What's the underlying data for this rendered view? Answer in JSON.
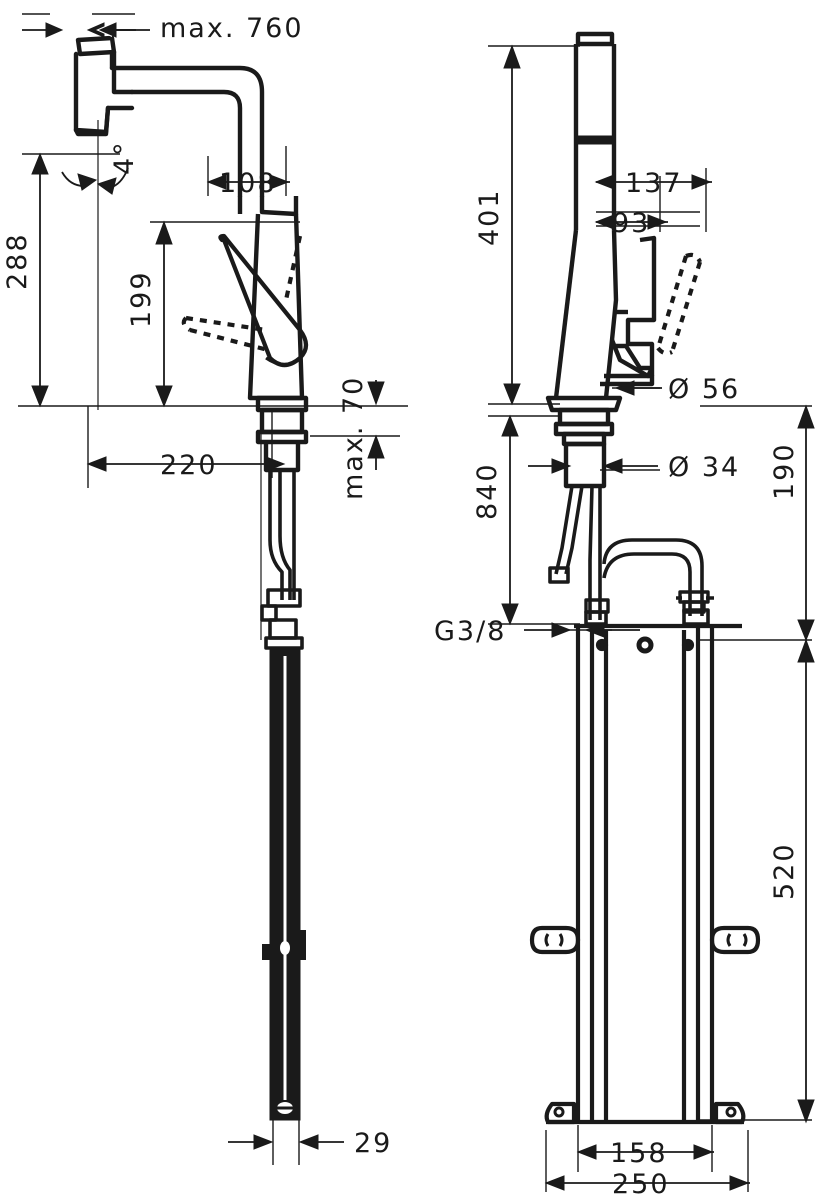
{
  "drawing": {
    "title": "Kitchen mixer tap technical dimension drawing",
    "type": "technical-line-drawing",
    "views": [
      {
        "name": "front-view",
        "side": "left",
        "description": "Front elevation of pull-out kitchen mixer with swivel spout"
      },
      {
        "name": "side-view",
        "side": "right",
        "description": "Side elevation with pull-out spray, hoses and sBox pull-out hose box"
      }
    ],
    "line_color": "#1a1a1a",
    "background_color": "#ffffff"
  },
  "dimensions": {
    "max_760": {
      "label": "max. 760",
      "value": 760,
      "unit": "mm",
      "orientation": "horizontal",
      "view": "front"
    },
    "angle_4": {
      "label": "4°",
      "value": 4,
      "unit": "deg",
      "orientation": "angular",
      "view": "front"
    },
    "d108": {
      "label": "108",
      "value": 108,
      "unit": "mm",
      "orientation": "horizontal",
      "view": "front"
    },
    "d288": {
      "label": "288",
      "value": 288,
      "unit": "mm",
      "orientation": "vertical",
      "view": "front"
    },
    "d199": {
      "label": "199",
      "value": 199,
      "unit": "mm",
      "orientation": "vertical",
      "view": "front"
    },
    "d220": {
      "label": "220",
      "value": 220,
      "unit": "mm",
      "orientation": "horizontal",
      "view": "front"
    },
    "max_70": {
      "label": "max. 70",
      "value": 70,
      "unit": "mm",
      "orientation": "vertical",
      "view": "front"
    },
    "d29": {
      "label": "29",
      "value": 29,
      "unit": "mm",
      "orientation": "horizontal",
      "view": "front"
    },
    "d401": {
      "label": "401",
      "value": 401,
      "unit": "mm",
      "orientation": "vertical",
      "view": "side"
    },
    "d137": {
      "label": "137",
      "value": 137,
      "unit": "mm",
      "orientation": "horizontal",
      "view": "side"
    },
    "d93": {
      "label": "93",
      "value": 93,
      "unit": "mm",
      "orientation": "horizontal",
      "view": "side"
    },
    "dia56": {
      "label": "Ø 56",
      "value": 56,
      "unit": "mm",
      "orientation": "diameter",
      "view": "side"
    },
    "dia34": {
      "label": "Ø 34",
      "value": 34,
      "unit": "mm",
      "orientation": "diameter",
      "view": "side"
    },
    "d840": {
      "label": "840",
      "value": 840,
      "unit": "mm",
      "orientation": "vertical",
      "view": "side"
    },
    "thread": {
      "label": "G3/8",
      "value": "G3/8",
      "unit": "thread",
      "orientation": "leader",
      "view": "side"
    },
    "d190": {
      "label": "190",
      "value": 190,
      "unit": "mm",
      "orientation": "vertical",
      "view": "side"
    },
    "d520": {
      "label": "520",
      "value": 520,
      "unit": "mm",
      "orientation": "vertical",
      "view": "side"
    },
    "d158": {
      "label": "158",
      "value": 158,
      "unit": "mm",
      "orientation": "horizontal",
      "view": "side"
    },
    "d250": {
      "label": "250",
      "value": 250,
      "unit": "mm",
      "orientation": "horizontal",
      "view": "side"
    }
  }
}
